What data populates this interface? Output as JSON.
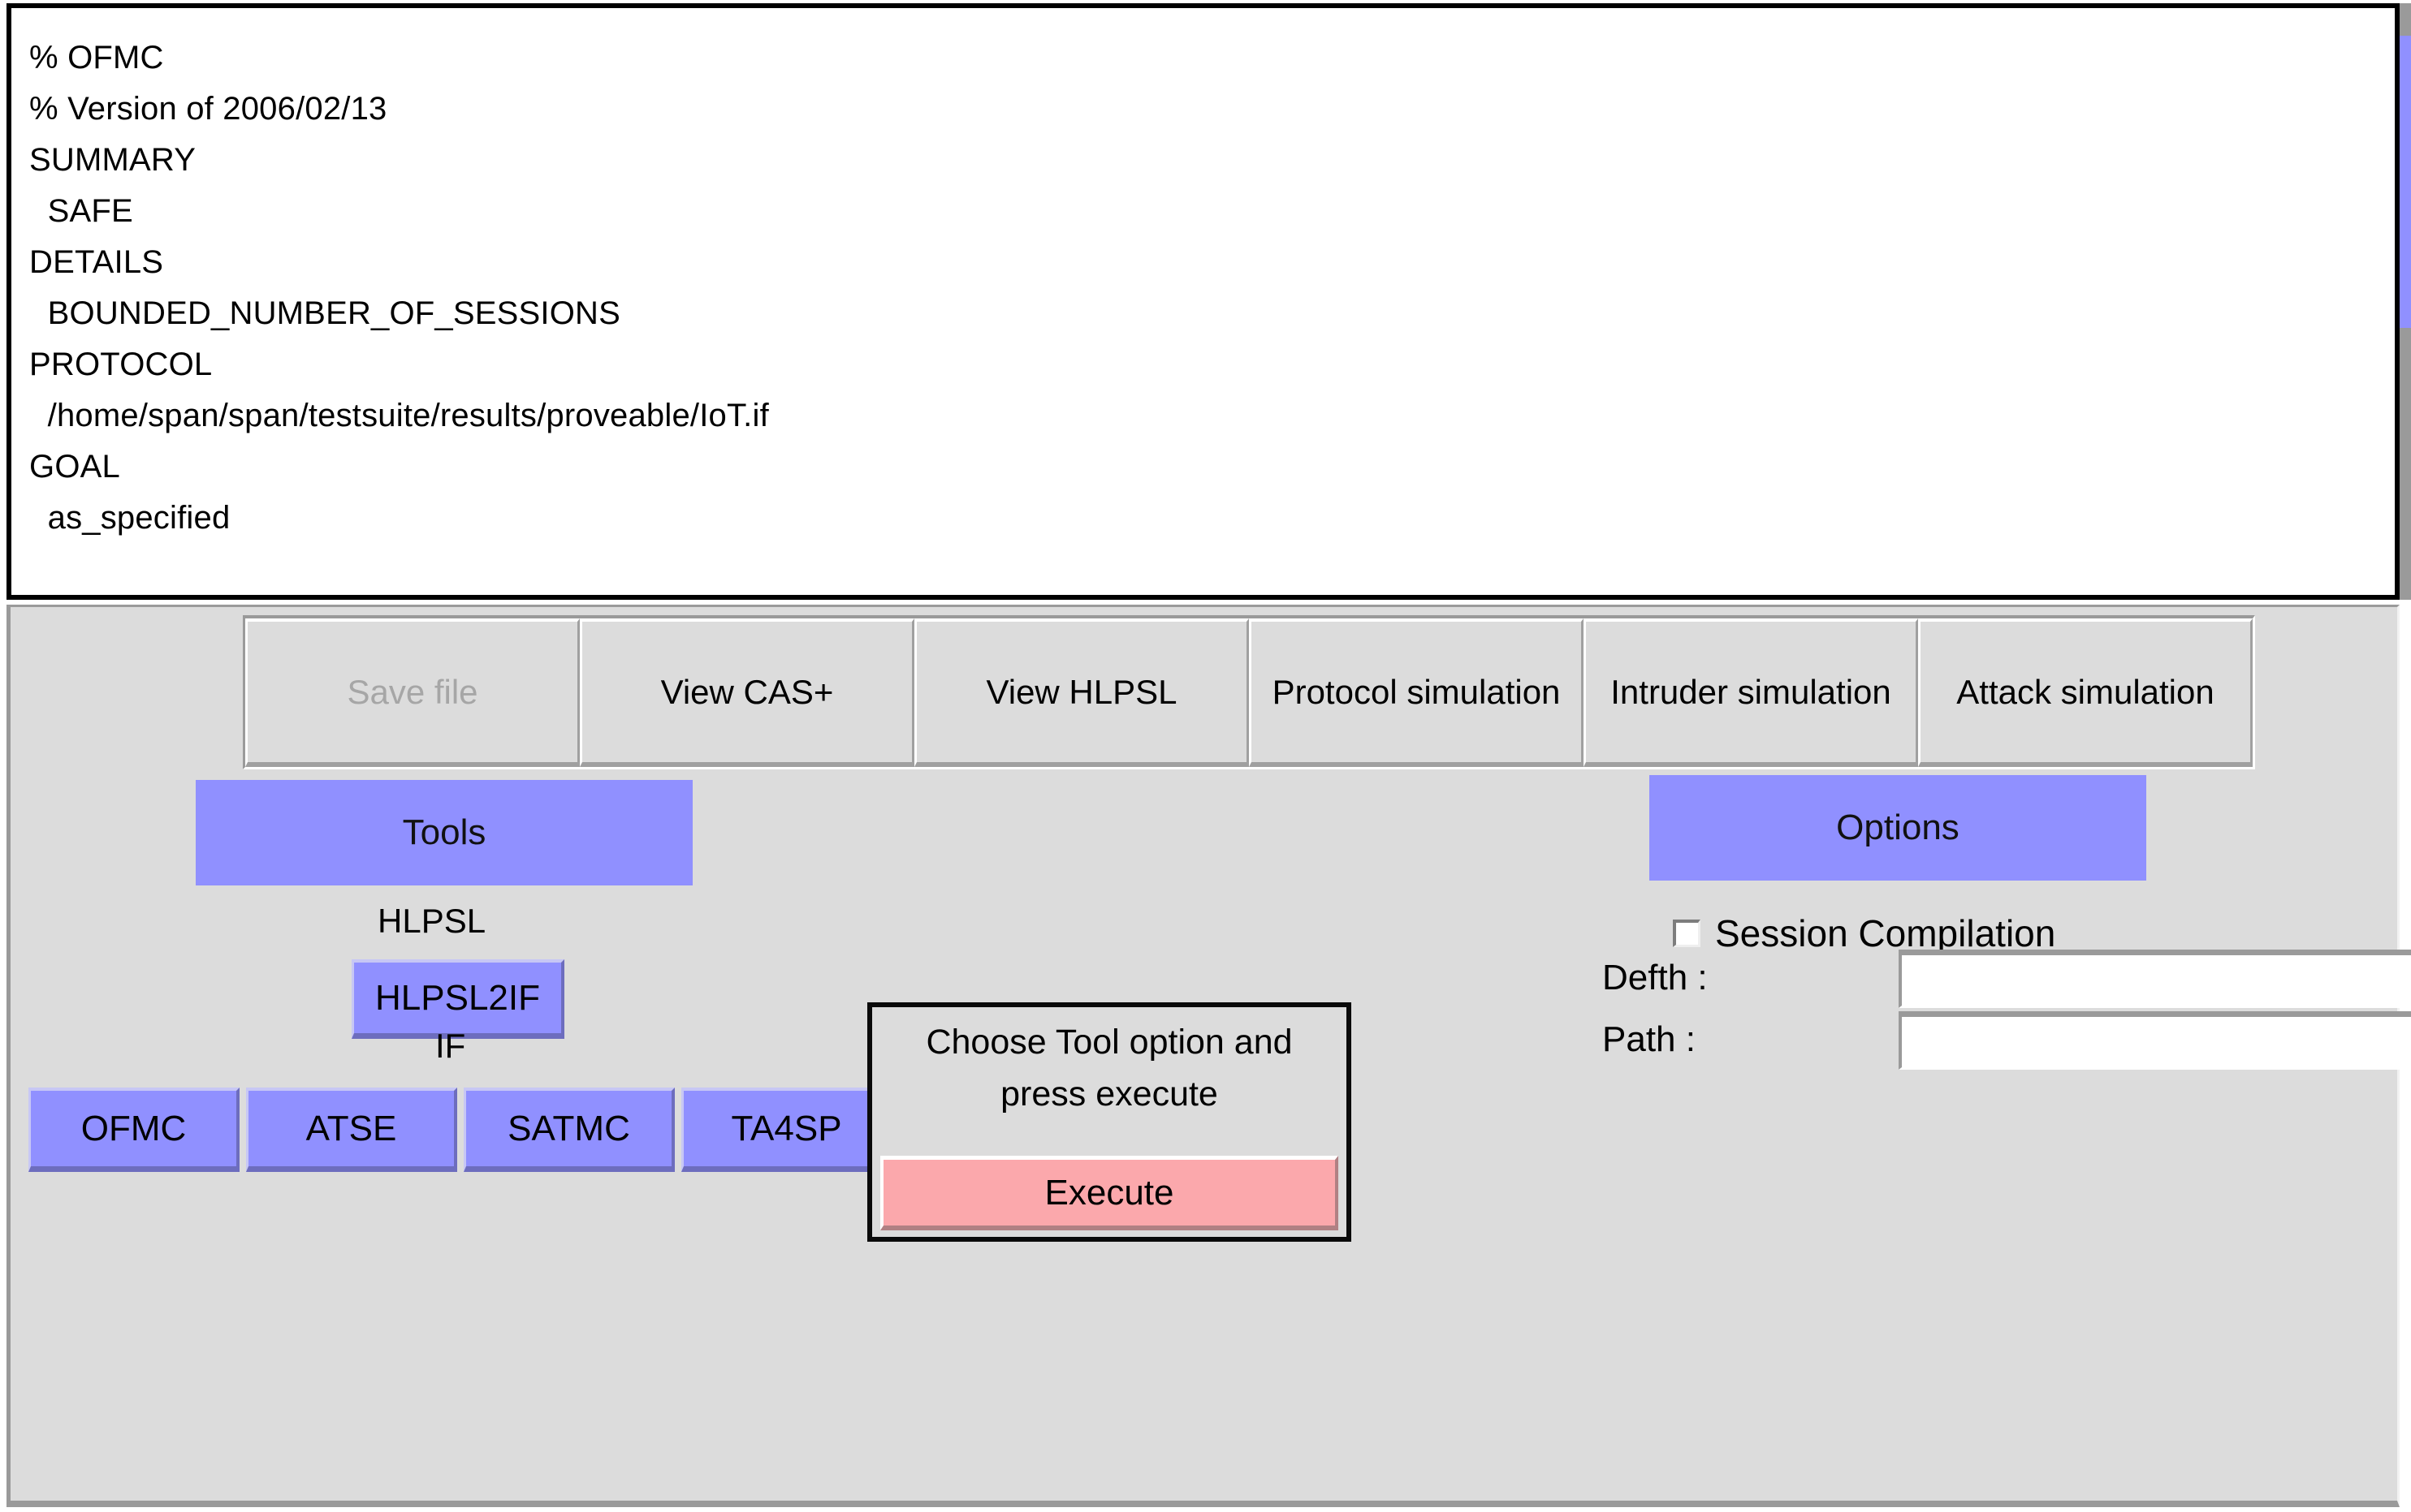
{
  "output": {
    "lines": [
      "% OFMC",
      "% Version of 2006/02/13",
      "SUMMARY",
      "  SAFE",
      "DETAILS",
      "  BOUNDED_NUMBER_OF_SESSIONS",
      "PROTOCOL",
      "  /home/span/span/testsuite/results/proveable/IoT.if",
      "GOAL",
      "  as_specified"
    ]
  },
  "toolbar": {
    "buttons": [
      {
        "label": "Save file",
        "disabled": true
      },
      {
        "label": "View CAS+",
        "disabled": false
      },
      {
        "label": "View HLPSL",
        "disabled": false
      },
      {
        "label": "Protocol\nsimulation",
        "disabled": false
      },
      {
        "label": "Intruder\nsimulation",
        "disabled": false
      },
      {
        "label": "Attack\nsimulation",
        "disabled": false
      }
    ],
    "save_label": "Save file",
    "view_cas_label": "View CAS+",
    "view_hlpsl_label": "View HLPSL",
    "protocol_sim_label": "Protocol simulation",
    "intruder_sim_label": "Intruder simulation",
    "attack_sim_label": "Attack simulation"
  },
  "tools": {
    "header": "Tools",
    "hlpsl_label": "HLPSL",
    "hlpsl2if_label": "HLPSL2IF",
    "if_label": "IF",
    "backends": [
      "OFMC",
      "ATSE",
      "SATMC",
      "TA4SP"
    ]
  },
  "execute_box": {
    "instruction_line1": "Choose Tool option and",
    "instruction_line2": "press execute",
    "button_label": "Execute"
  },
  "options": {
    "header": "Options",
    "session_compilation_label": "Session Compilation",
    "session_compilation_checked": false,
    "depth_label": "Defth :",
    "depth_value": "",
    "path_label": "Path :",
    "path_value": ""
  },
  "colors": {
    "purple": "#9090ff",
    "pink": "#fba8ac",
    "panel_grey": "#dcdcdc",
    "text": "#000000"
  }
}
